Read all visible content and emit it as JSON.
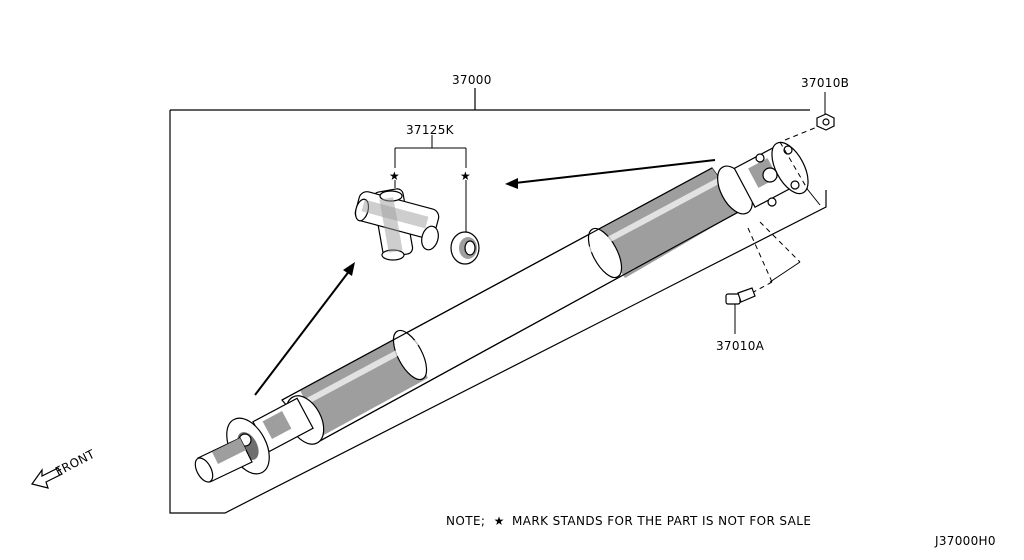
{
  "diagram": {
    "labels": {
      "assembly": "37000",
      "joint_kit": "37125K",
      "nut": "37010B",
      "bolt": "37010A",
      "front": "FRONT",
      "note": "NOTE;",
      "note_text": "MARK STANDS FOR THE PART IS NOT FOR SALE",
      "diagram_code": "J37000H0"
    },
    "marks": {
      "not_for_sale": "★"
    }
  }
}
